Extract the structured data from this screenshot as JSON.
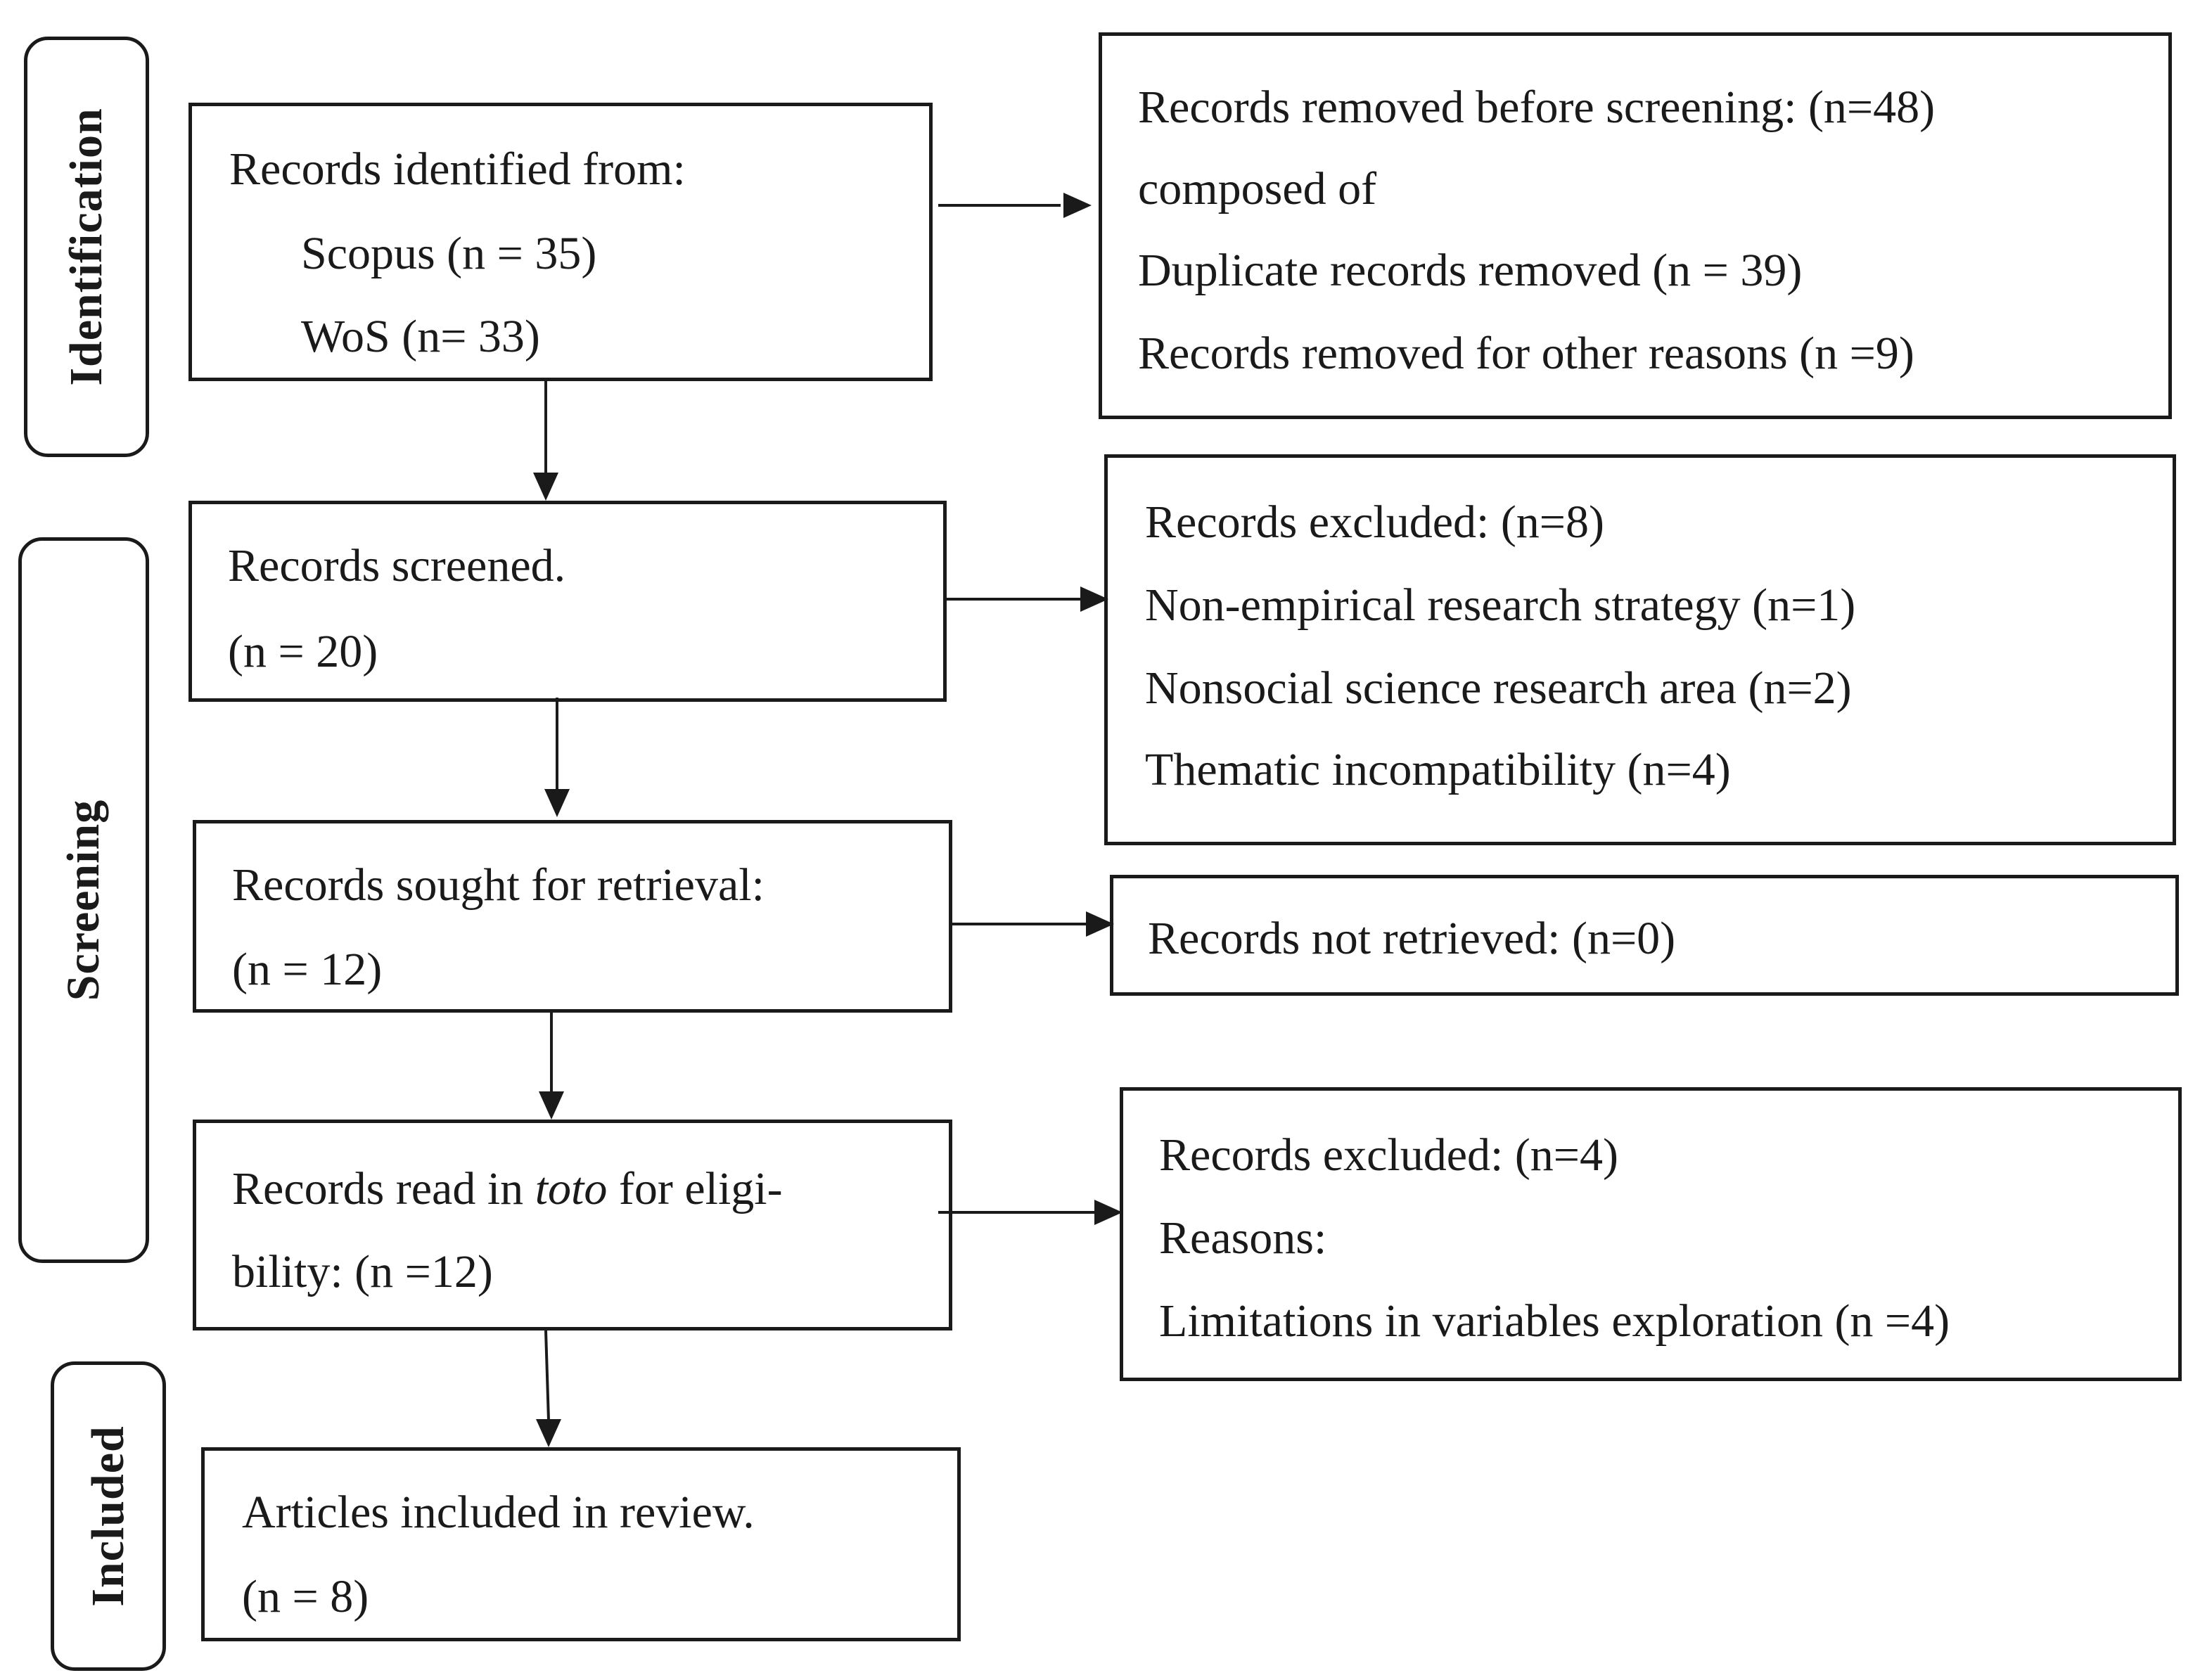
{
  "stages": {
    "identification": "Identification",
    "screening": "Screening",
    "included": "Included"
  },
  "identified": {
    "heading": "Records identified from:",
    "scopus": "Scopus (n = 35)",
    "wos": "WoS (n= 33)"
  },
  "removed": {
    "line1": "Records removed before screening: (n=48)",
    "line2": "composed of",
    "line3": "Duplicate records removed (n = 39)",
    "line4": "Records removed for other reasons (n =9)"
  },
  "screened": {
    "line1": "Records screened.",
    "line2": "(n = 20)"
  },
  "excluded_screening": {
    "line1": "Records excluded: (n=8)",
    "line2": "Non-empirical research strategy (n=1)",
    "line3": "Nonsocial science research area (n=2)",
    "line4": "Thematic incompatibility (n=4)"
  },
  "sought": {
    "line1": "Records sought for retrieval:",
    "line2": "(n = 12)"
  },
  "not_retrieved": {
    "line1": "Records not retrieved: (n=0)"
  },
  "read": {
    "line1_before": "Records read in ",
    "line1_italic": "toto",
    "line1_after": " for eligi-",
    "line2": "bility: (n =12)"
  },
  "excluded_eligibility": {
    "line1": "Records excluded: (n=4)",
    "line2": "Reasons:",
    "line3": "Limitations in variables exploration (n =4)"
  },
  "included": {
    "line1": "Articles included in review.",
    "line2": "(n = 8)"
  }
}
